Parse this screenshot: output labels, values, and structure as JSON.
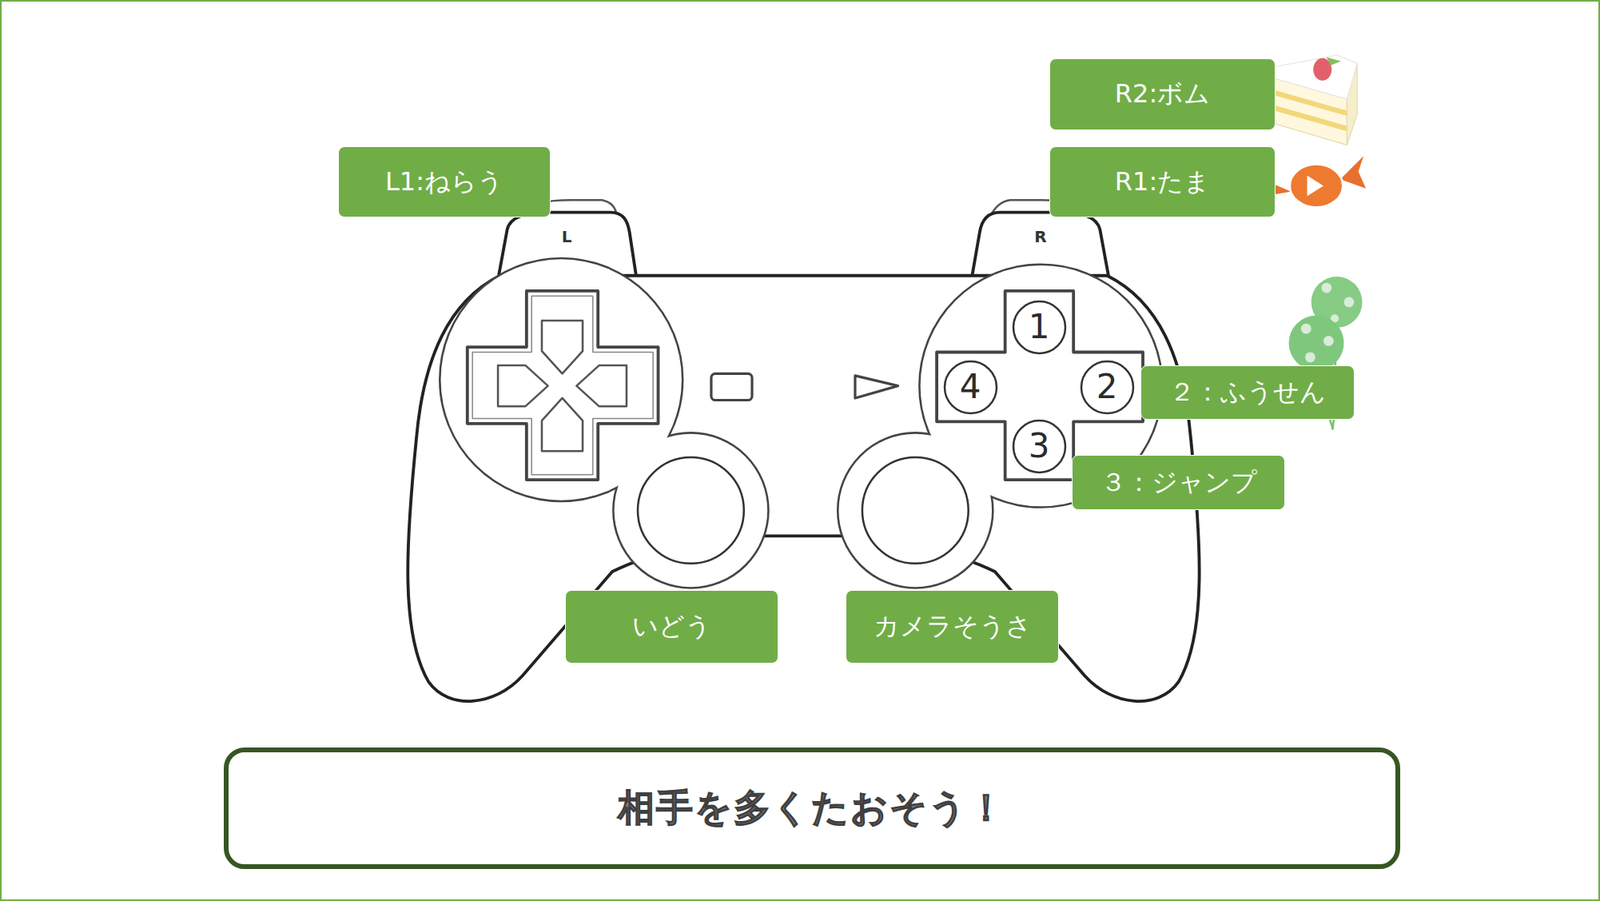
{
  "diagram": {
    "nodes": [
      {
        "text": [
          "R2:ボム"
        ]
      },
      {
        "text": [
          "L1:ねらう"
        ]
      },
      {
        "text": [
          "R1:たま"
        ]
      },
      {
        "text": [
          "1"
        ]
      },
      {
        "text": [
          "4"
        ]
      },
      {
        "text": [
          "2"
        ]
      },
      {
        "text": [
          "3"
        ]
      },
      {
        "text": [
          "２：ふうせん"
        ]
      },
      {
        "text": [
          "３：ジャンプ"
        ]
      },
      {
        "text": [
          "いどう"
        ]
      },
      {
        "text": [
          "カメラそうさ"
        ]
      },
      {
        "text": [
          "相手を多くたおそう！"
        ]
      }
    ],
    "labels": [
      "L",
      "R"
    ]
  }
}
